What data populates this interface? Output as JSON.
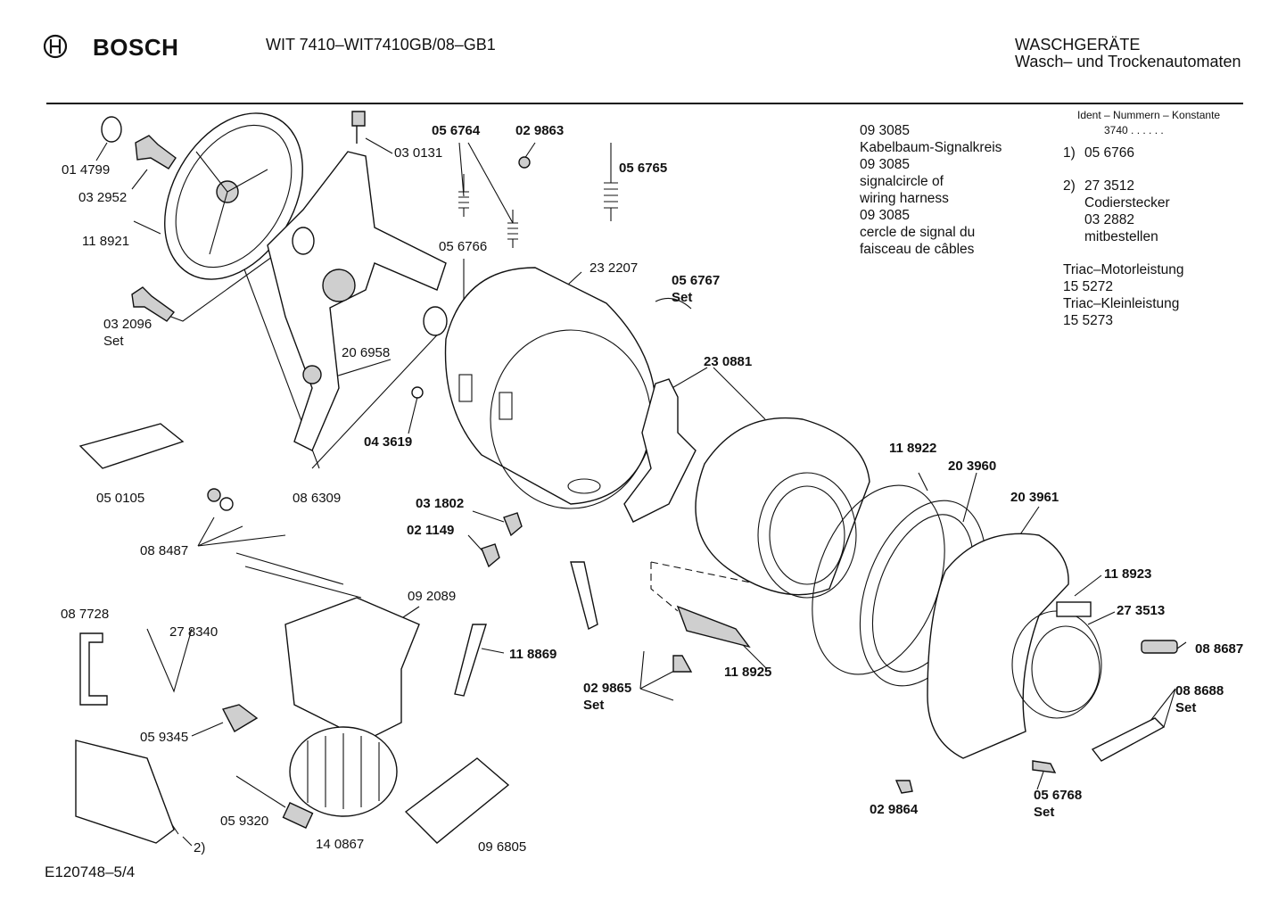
{
  "header": {
    "brand": "BOSCH",
    "model": "WIT 7410–WIT7410GB/08–GB1",
    "category_line1": "WASCHGERÄTE",
    "category_line2": "Wasch– und Trockenautomaten",
    "doc_number": "E120748–5/4"
  },
  "notes": {
    "left": [
      "09 3085",
      "Kabelbaum-Signalkreis",
      "09 3085",
      "signalcircle of",
      "wiring harness",
      "09 3085",
      "cercle de signal du",
      "faisceau de câbles"
    ],
    "ident_title": "Ident – Nummern – Konstante",
    "ident_value": "3740 . . . . . .",
    "item1_num": "1)",
    "item1_text": "05 6766",
    "item2_num": "2)",
    "item2_lines": [
      "27 3512",
      "Codierstecker",
      "03 2882",
      "mitbestellen"
    ],
    "triac_lines": [
      "Triac–Motorleistung",
      "15 5272",
      "Triac–Kleinleistung",
      "15 5273"
    ]
  },
  "parts": [
    {
      "id": "01 4799",
      "bold": false
    },
    {
      "id": "03 2952",
      "bold": false
    },
    {
      "id": "11 8921",
      "bold": false
    },
    {
      "id": "03 2096",
      "bold": false
    },
    {
      "id": "Set",
      "bold": false
    },
    {
      "id": "03 0131",
      "bold": false
    },
    {
      "id": "05 6764",
      "bold": true
    },
    {
      "id": "02 9863",
      "bold": true
    },
    {
      "id": "05 6765",
      "bold": true
    },
    {
      "id": "05 6766",
      "bold": false
    },
    {
      "id": "23 2207",
      "bold": false
    },
    {
      "id": "05 6767",
      "bold": true
    },
    {
      "id": "Set",
      "bold": true
    },
    {
      "id": "20 6958",
      "bold": false
    },
    {
      "id": "04 3619",
      "bold": true
    },
    {
      "id": "23 0881",
      "bold": true
    },
    {
      "id": "05 0105",
      "bold": false
    },
    {
      "id": "08 6309",
      "bold": false
    },
    {
      "id": "03 1802",
      "bold": true
    },
    {
      "id": "02 1149",
      "bold": true
    },
    {
      "id": "08 8487",
      "bold": false
    },
    {
      "id": "11 8922",
      "bold": true
    },
    {
      "id": "20 3960",
      "bold": true
    },
    {
      "id": "20 3961",
      "bold": true
    },
    {
      "id": "08 7728",
      "bold": false
    },
    {
      "id": "27 8340",
      "bold": false
    },
    {
      "id": "09 2089",
      "bold": false
    },
    {
      "id": "11 8869",
      "bold": true
    },
    {
      "id": "11 8923",
      "bold": true
    },
    {
      "id": "27 3513",
      "bold": true
    },
    {
      "id": "08 8687",
      "bold": true
    },
    {
      "id": "11 8925",
      "bold": true
    },
    {
      "id": "02 9865",
      "bold": true
    },
    {
      "id": "Set",
      "bold": true
    },
    {
      "id": "08 8688",
      "bold": true
    },
    {
      "id": "Set",
      "bold": true
    },
    {
      "id": "05 9345",
      "bold": false
    },
    {
      "id": "05 9320",
      "bold": false
    },
    {
      "id": "14 0867",
      "bold": false
    },
    {
      "id": "09 6805",
      "bold": false
    },
    {
      "id": "2)",
      "bold": false
    },
    {
      "id": "02 9864",
      "bold": true
    },
    {
      "id": "05 6768",
      "bold": true
    },
    {
      "id": "Set",
      "bold": true
    }
  ]
}
